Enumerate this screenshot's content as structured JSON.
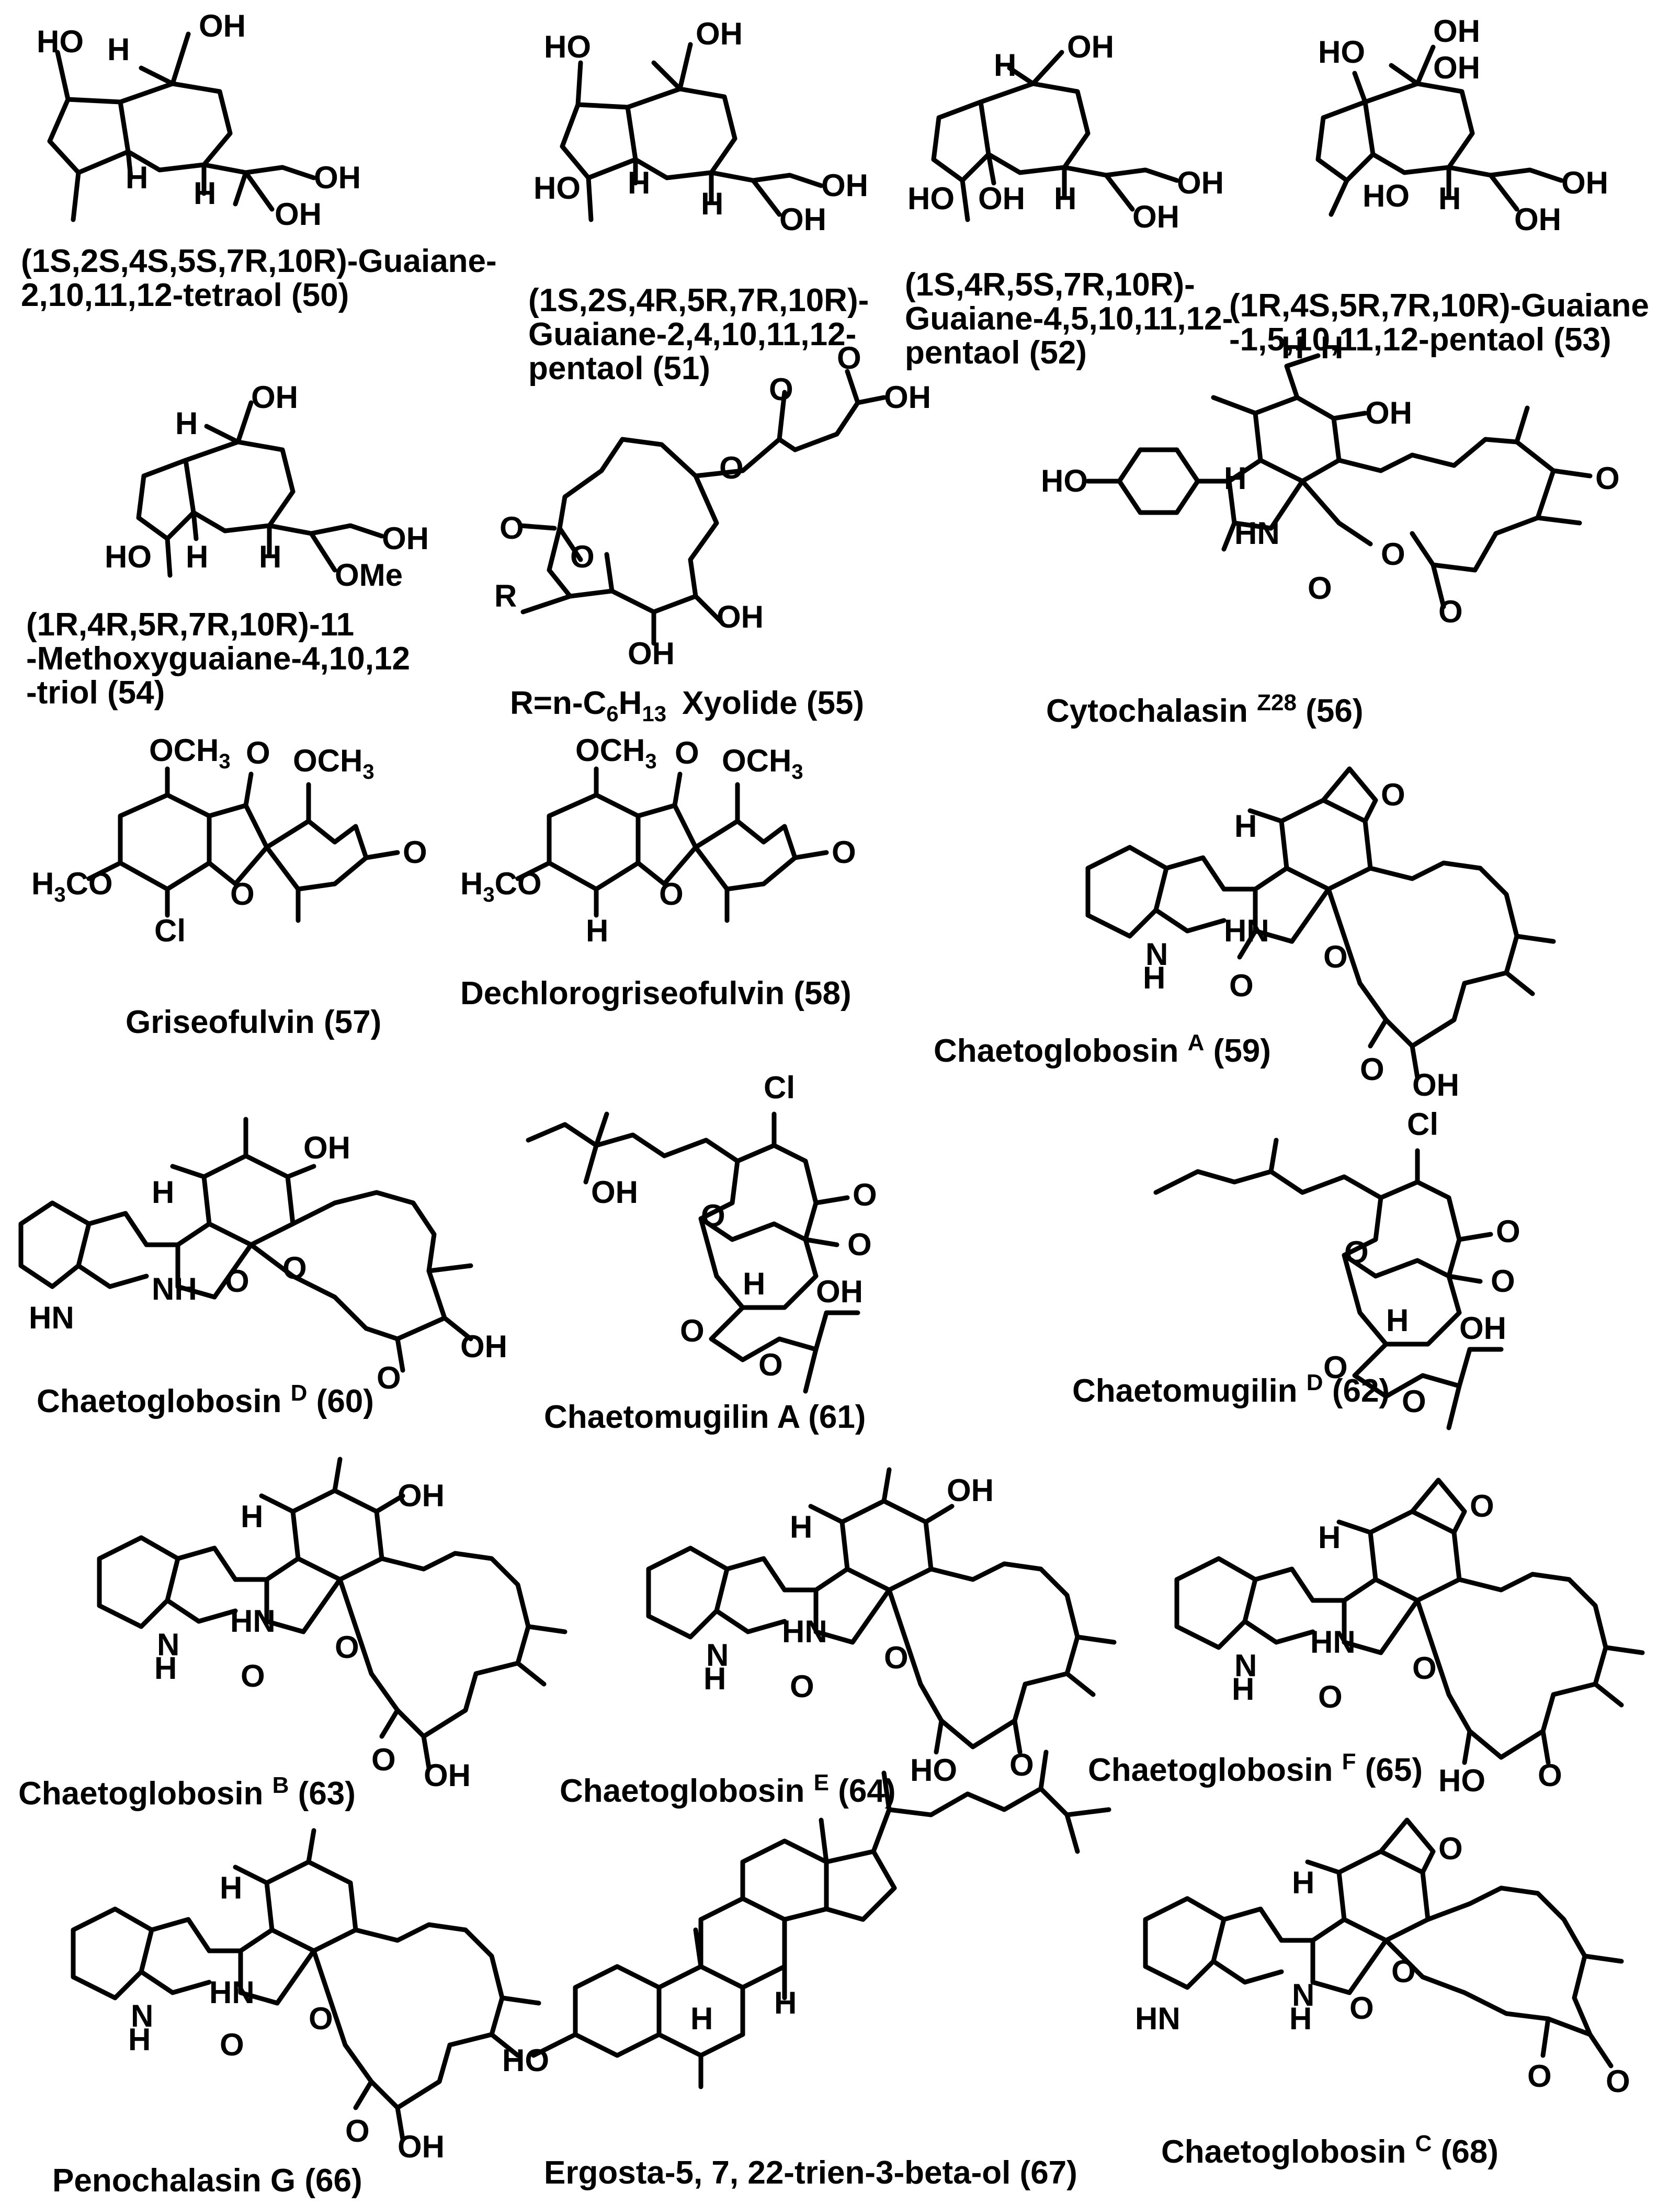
{
  "figure": {
    "compounds": [
      {
        "name_lines": [
          "(1S,2S,4S,5S,7R,10R)-Guaiane-",
          "2,10,11,12-tetraol"
        ],
        "number": "(50)"
      },
      {
        "name_lines": [
          "(1S,2S,4R,5R,7R,10R)-",
          "Guaiane-2,4,10,11,12-",
          "pentaol"
        ],
        "number": "(51)"
      },
      {
        "name_lines": [
          "(1S,4R,5S,7R,10R)-",
          "Guaiane-4,5,10,11,12-",
          "pentaol"
        ],
        "number": "(52)"
      },
      {
        "name_lines": [
          "(1R,4S,5R,7R,10R)-Guaiane",
          "-1,5,10,11,12-pentaol"
        ],
        "number": "(53)"
      },
      {
        "name_lines": [
          "(1R,4R,5R,7R,10R)-11",
          "-Methoxyguaiane-4,10,12",
          "-triol"
        ],
        "number": "(54)"
      },
      {
        "name": "Xyolide",
        "number": "(55)",
        "prefix": "R=n-C",
        "sub1": "6",
        "mid": "H",
        "sub2": "13"
      },
      {
        "name": "Cytochalasin",
        "superscript": "Z28",
        "number": "(56)"
      },
      {
        "name": "Griseofulvin",
        "number": "(57)"
      },
      {
        "name": "Dechlorogriseofulvin",
        "number": "(58)"
      },
      {
        "name": "Chaetoglobosin",
        "superscript": "A",
        "number": "(59)"
      },
      {
        "name": "Chaetoglobosin",
        "superscript": "D",
        "number": "(60)"
      },
      {
        "name": "Chaetomugilin A",
        "number": "(61)"
      },
      {
        "name": "Chaetomugilin",
        "superscript": "D",
        "number": "(62)"
      },
      {
        "name": "Chaetoglobosin",
        "superscript": "B",
        "number": "(63)"
      },
      {
        "name": "Chaetoglobosin",
        "superscript": "E",
        "number": "(64)"
      },
      {
        "name": "Chaetoglobosin",
        "superscript": "F",
        "number": "(65)"
      },
      {
        "name": "Penochalasin G",
        "number": "(66)"
      },
      {
        "name": "Ergosta-5, 7, 22-trien-3-beta-ol",
        "number": "(67)"
      },
      {
        "name": "Chaetoglobosin",
        "superscript": "C",
        "number": "(68)"
      }
    ],
    "atom_labels": {
      "OH": "OH",
      "HO": "HO",
      "H": "H",
      "O": "O",
      "OMe": "OMe",
      "Cl": "Cl",
      "R": "R",
      "HN": "HN",
      "NH": "NH",
      "N": "N",
      "OCH3": "OCH",
      "sub3": "3",
      "H3CO_H": "H",
      "H3CO_rest": "CO"
    }
  }
}
